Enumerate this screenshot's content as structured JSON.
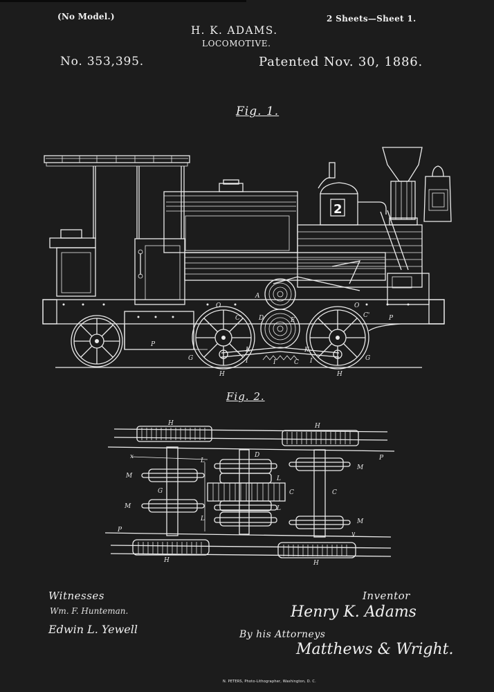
{
  "document": {
    "type": "patent-drawing",
    "header": {
      "no_model": "(No Model.)",
      "sheets": "2 Sheets—Sheet 1.",
      "inventor_name": "H. K. ADAMS.",
      "title": "LOCOMOTIVE.",
      "patent_number": "No. 353,395.",
      "patent_date": "Patented Nov. 30, 1886."
    },
    "figures": [
      {
        "label": "Fig. 1.",
        "description": "Side elevation of locomotive",
        "number_plate": "2",
        "reference_letters": [
          "A",
          "C",
          "C'",
          "D",
          "E",
          "G",
          "H",
          "I",
          "K",
          "O",
          "P"
        ]
      },
      {
        "label": "Fig. 2.",
        "description": "Plan view of gearing between axles",
        "reference_letters": [
          "H",
          "P",
          "M",
          "G",
          "C",
          "D",
          "L",
          "x",
          "y"
        ]
      }
    ],
    "footer": {
      "witnesses_label": "Witnesses",
      "witness_1": "Wm. F. Hunteman.",
      "witness_2": "Edwin L. Yewell",
      "inventor_label": "Inventor",
      "inventor_signature": "Henry K. Adams",
      "by_attorneys": "By his Attorneys",
      "attorney_signature": "Matthews & Wright.",
      "lithographer": "N. PETERS, Photo-Lithographer, Washington, D. C."
    },
    "colors": {
      "background": "#1c1c1c",
      "ink": "#ececec"
    }
  }
}
